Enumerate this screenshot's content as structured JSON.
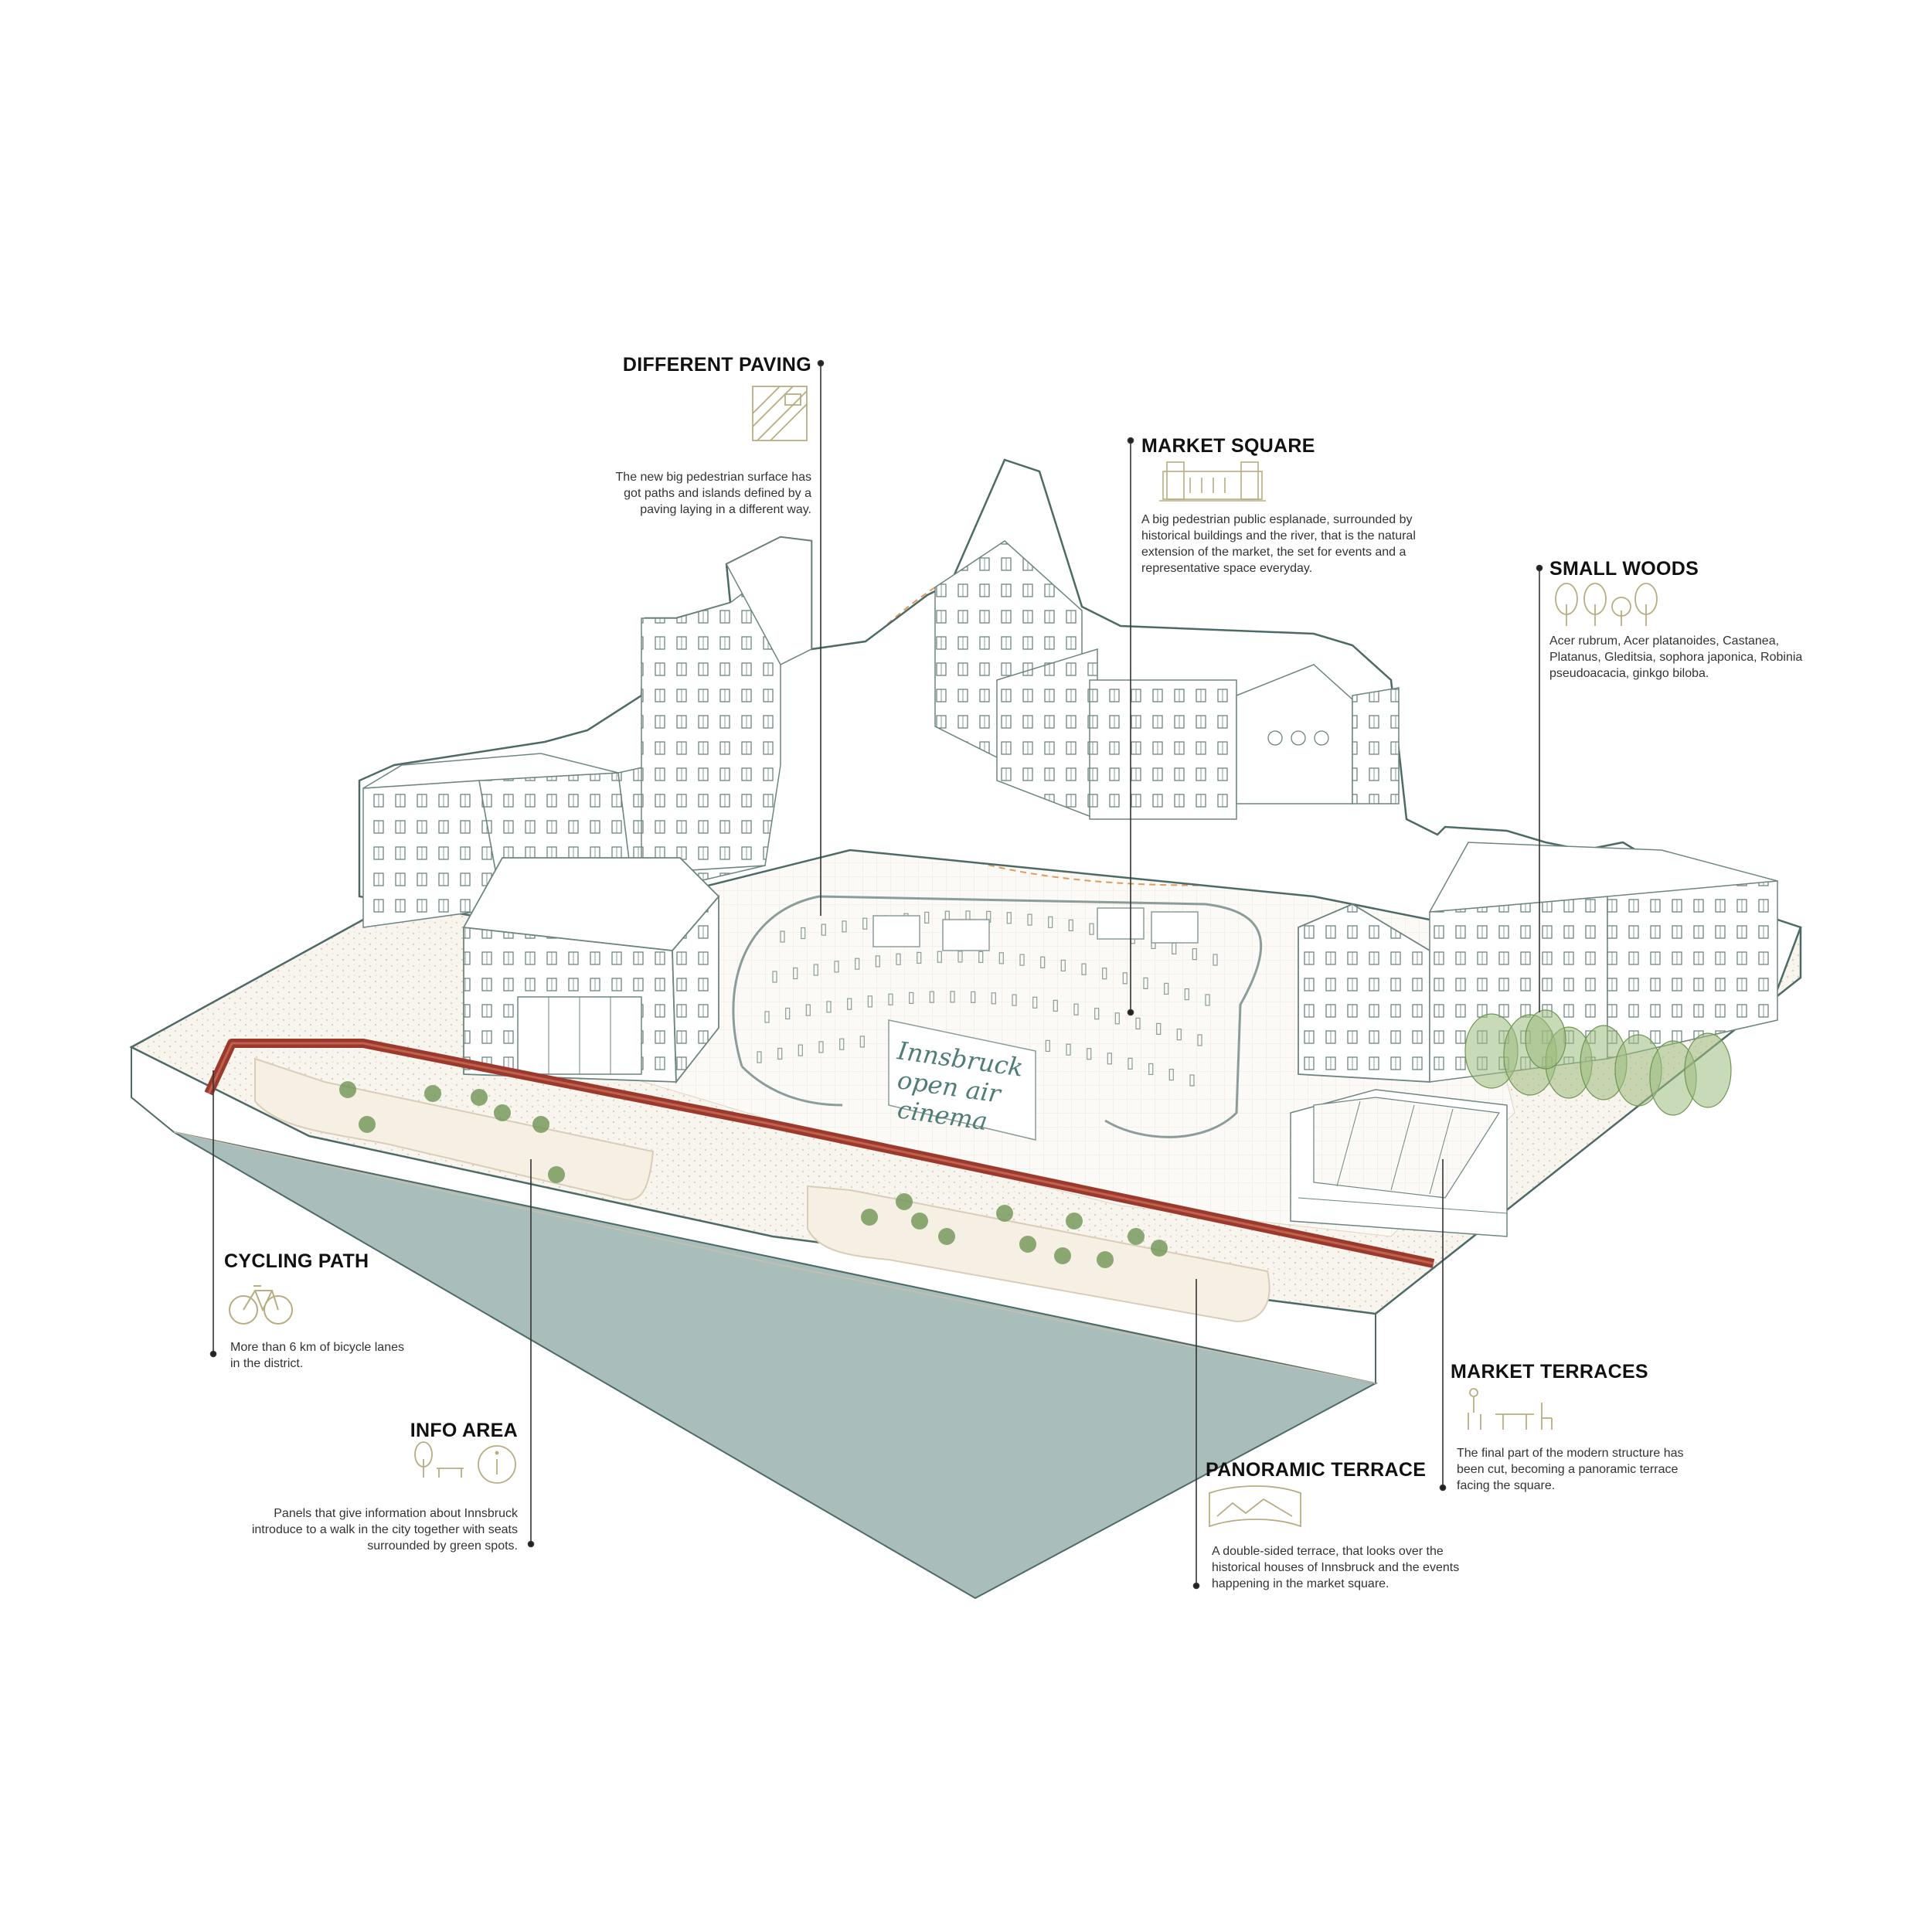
{
  "colors": {
    "water": "#a9bebb",
    "outline": "#4d6a66",
    "cycling_path": "#9b3a2c",
    "tree": "#9dbb7e",
    "tree_dark": "#6f9454",
    "icon": "#b8ad82",
    "paving": "#e9dcc6",
    "sign_text": "#4f7d77"
  },
  "sign": {
    "line1": "Innsbruck",
    "line2": "open air",
    "line3": "cinema"
  },
  "annotations": {
    "different_paving": {
      "title": "DIFFERENT PAVING",
      "text": "The new big pedestrian surface has got paths and islands defined by a paving laying in a different way.",
      "icon": "paving-pattern-icon"
    },
    "market_square": {
      "title": "MARKET SQUARE",
      "text": "A big pedestrian public esplanade, surrounded by historical buildings and the river, that is the natural extension of the market, the set for events and a representative space everyday.",
      "icon": "building-facade-icon"
    },
    "small_woods": {
      "title": "SMALL WOODS",
      "text": "Acer rubrum, Acer platanoides, Castanea, Platanus, Gleditsia, sophora japonica, Robinia pseudoacacia, ginkgo biloba.",
      "icon": "trees-icon"
    },
    "cycling_path": {
      "title": "CYCLING PATH",
      "text": "More than 6 km of bicycle lanes in the district.",
      "icon": "bicycle-icon"
    },
    "info_area": {
      "title": "INFO AREA",
      "text": "Panels that give information about Innsbruck introduce to a walk in the city together with seats surrounded by green spots.",
      "icon": "info-bench-icon"
    },
    "market_terraces": {
      "title": "MARKET TERRACES",
      "text": "The final part of the modern structure has been cut, becoming a panoramic terrace facing the square.",
      "icon": "terrace-table-icon"
    },
    "panoramic_terrace": {
      "title": "PANORAMIC TERRACE",
      "text": "A double-sided terrace, that looks over the historical houses of Innsbruck and the events happening in the market square.",
      "icon": "panorama-icon"
    }
  }
}
